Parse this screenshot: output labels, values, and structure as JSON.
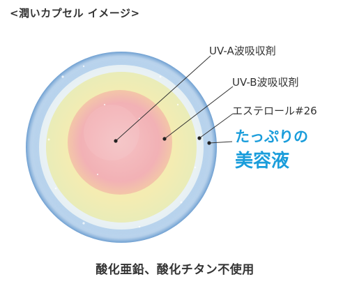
{
  "title": "<潤いカプセル イメージ>",
  "labels": {
    "uva": "UV-A波吸収剤",
    "uvb": "UV-B波吸収剤",
    "ester": "エステロール#26"
  },
  "highlight": {
    "line1": "たっぷりの",
    "line2": "美容液"
  },
  "footer": "酸化亜鉛、酸化チタン不使用",
  "colors": {
    "highlight": "#1a9ddb",
    "outer_ring": "#a9cde9",
    "yellow_ring": "#f0ecb0",
    "center": "#f2b7b9",
    "text": "#333333"
  }
}
